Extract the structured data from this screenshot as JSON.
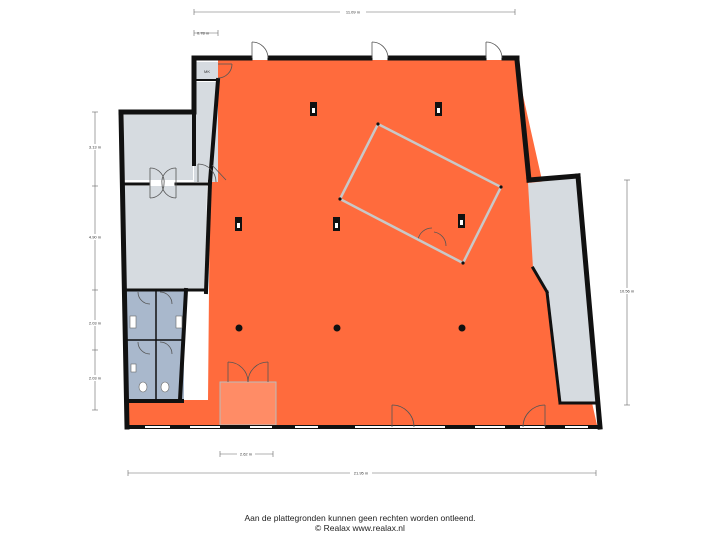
{
  "dimensions": {
    "top_width": "11.09 m",
    "top_small": "0.78 m",
    "left_1": "3.13 m",
    "left_2": "4.90 m",
    "left_3": "2.03 m",
    "left_4": "2.03 m",
    "right_height": "10.56 m",
    "bottom_door": "2.62 m",
    "bottom_total": "21.95 m"
  },
  "rooms": {
    "meter_cupboard": "MK"
  },
  "footer": {
    "line1": "Aan de plattegronden kunnen geen rechten worden ontleend.",
    "line2": "© Realax www.realax.nl"
  },
  "colors": {
    "main_floor": "#FF6B3D",
    "entrance_floor": "#FF8C66",
    "side_room": "#D6DBE0",
    "toilet_room": "#A9B8CC",
    "wall": "#111111",
    "dimension_line": "#666666"
  }
}
